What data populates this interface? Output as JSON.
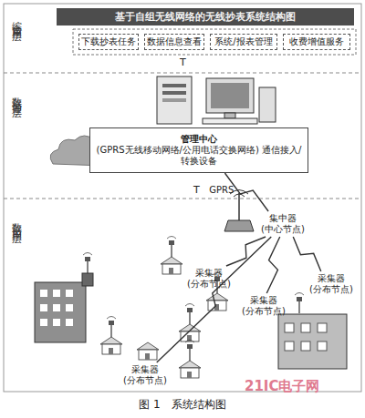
{
  "diagram": {
    "title": "基于自组无线网络的无线抄表系统结构图",
    "caption": "图 1　系统结构图",
    "nodes": [
      {
        "text": [
          "下载抄表任务"
        ]
      },
      {
        "text": [
          "数据信息查看"
        ]
      },
      {
        "text": [
          "系统/报表管理"
        ]
      },
      {
        "text": [
          "收费增值服务"
        ]
      },
      {
        "text": [
          "管理中心",
          "(GPRS无线移动网络/公用电话交换网络) 通信接入/转换设备"
        ]
      },
      {
        "text": [
          "集中器 (中心节点)"
        ]
      },
      {
        "text": [
          "采集器 (分布节点)"
        ]
      },
      {
        "text": [
          "采集器 (分布节点)"
        ]
      },
      {
        "text": [
          "采集器 (分布节点)"
        ]
      },
      {
        "text": [
          "采集器 (分布节点)"
        ]
      }
    ],
    "edges": [
      {
        "from": 4,
        "to": 5,
        "label": "GPRS",
        "arrow": "none"
      },
      {
        "from": 5,
        "to": 6,
        "arrow": "none"
      },
      {
        "from": 5,
        "to": 7,
        "arrow": "none"
      },
      {
        "from": 5,
        "to": 8,
        "arrow": "none"
      },
      {
        "from": 5,
        "to": 9,
        "arrow": "none"
      }
    ],
    "labels": [
      "综合应用层",
      "T",
      "数据管理层",
      "T",
      "数据应用层",
      "21IC电子网"
    ]
  }
}
